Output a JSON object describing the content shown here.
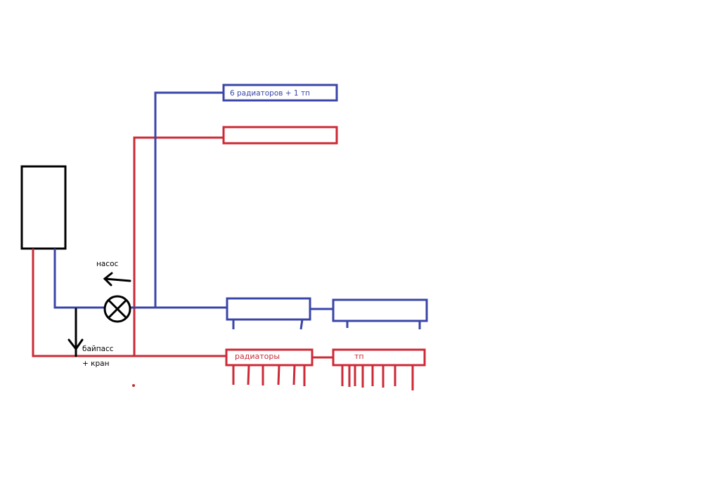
{
  "colors": {
    "supply": "#cc2a36",
    "return": "#3a45a8",
    "boiler": "#000000",
    "background": "#ffffff"
  },
  "labels": {
    "upper_radiators": "6 радиаторов + 1 тп",
    "pump": "насос",
    "bypass": "байпасс",
    "valve": "+ кран",
    "radiators": "радиаторы",
    "underfloor": "тп"
  },
  "icons": {
    "pump": "pump-circle-x-icon",
    "flow_direction": "arrow-left-icon",
    "bypass_direction": "arrow-down-icon"
  }
}
